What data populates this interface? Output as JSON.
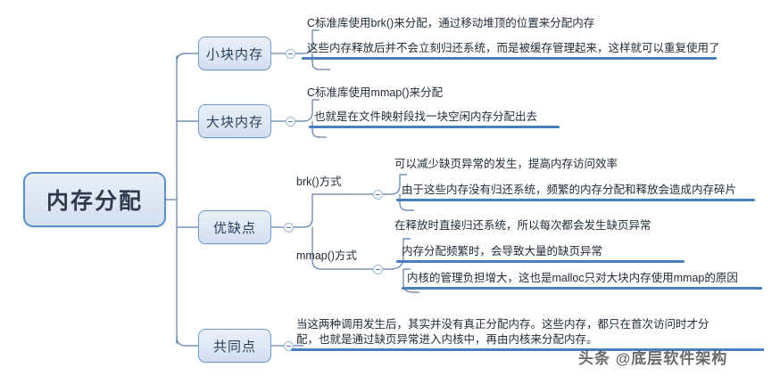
{
  "diagram": {
    "title": "内存分配",
    "root": {
      "label": "内存分配"
    },
    "branches": [
      {
        "label": "小块内存",
        "items": [
          "C标准库使用brk()来分配，通过移动堆顶的位置来分配内存",
          "这些内存释放后并不会立刻归还系统，而是被缓存管理起来，这样就可以重复使用了"
        ]
      },
      {
        "label": "大块内存",
        "items": [
          "C标准库使用mmap()来分配",
          "也就是在文件映射段找一块空闲内存分配出去"
        ]
      },
      {
        "label": "优缺点",
        "subgroups": [
          {
            "label": "brk()方式",
            "items": [
              "可以减少缺页异常的发生，提高内存访问效率",
              "由于这些内存没有归还系统，频繁的内存分配和释放会造成内存碎片"
            ]
          },
          {
            "label": "mmap()方式",
            "items": [
              "在释放时直接归还系统，所以每次都会发生缺页异常",
              "内存分配频繁时，会导致大量的缺页异常",
              "内核的管理负担增大，这也是malloc只对大块内存使用mmap的原因"
            ]
          }
        ]
      },
      {
        "label": "共同点",
        "items": [
          "当这两种调用发生后，其实并没有真正分配内存。这些内存，都只在首次访问时才分\n配，也就是通过缺页异常进入内核中，再由内核来分配内存。"
        ]
      }
    ],
    "colors": {
      "node_border": "#6e9bcd",
      "node_fill": "#dde6f4",
      "connector": "#5b7ea8",
      "leaf_rule": "#4a7fbd",
      "text": "#232c38"
    },
    "watermark": "头条 @底层软件架构"
  }
}
